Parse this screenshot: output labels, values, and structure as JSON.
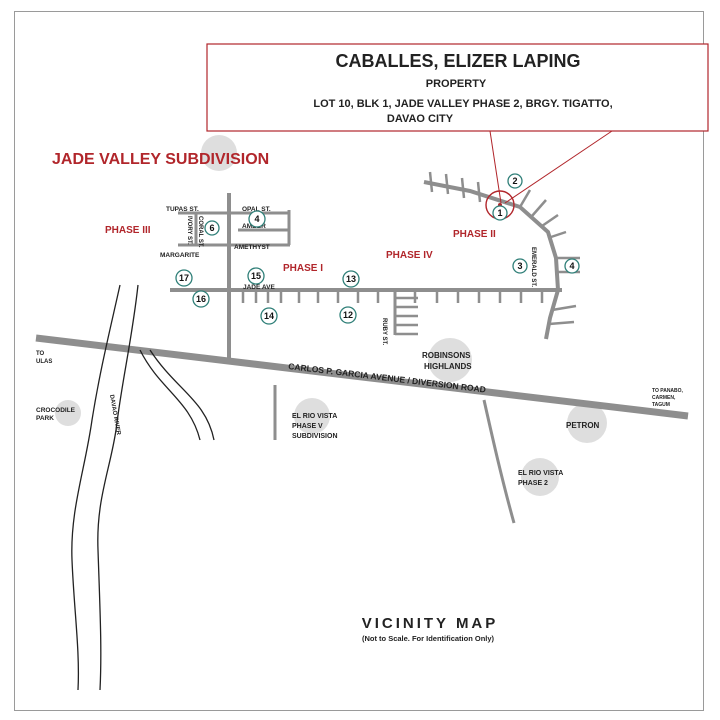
{
  "callout": {
    "owner": "CABALLES, ELIZER LAPING",
    "type": "PROPERTY",
    "address_line1": "LOT 10, BLK 1, JADE VALLEY PHASE 2, BRGY. TIGATTO,",
    "address_line2": "DAVAO CITY"
  },
  "subdivision_title": "JADE VALLEY SUBDIVISION",
  "phases": {
    "phase1": "PHASE I",
    "phase2": "PHASE II",
    "phase3": "PHASE III",
    "phase4": "PHASE IV"
  },
  "streets": {
    "tupas": "TUPAS ST.",
    "opal": "OPAL ST.",
    "amber": "AMBER",
    "amethyst": "AMETHYST",
    "margarite": "MARGARITE",
    "ivory": "IVORY ST.",
    "coral": "CORAL ST.",
    "jade_ave": "JADE AVE",
    "ruby": "RUBY ST.",
    "emerald": "EMERALD ST."
  },
  "markers": {
    "m1": "1",
    "m2": "2",
    "m3": "3",
    "m4a": "4",
    "m4b": "4",
    "m6": "6",
    "m12": "12",
    "m13": "13",
    "m14": "14",
    "m15": "15",
    "m16": "16",
    "m17": "17"
  },
  "landmarks": {
    "robinsons": [
      "ROBINSONS",
      "HIGHLANDS"
    ],
    "main_road": "CARLOS P. GARCIA AVENUE / DIVERSION ROAD",
    "to_ulas": [
      "TO",
      "ULAS"
    ],
    "crocodile": [
      "CROCODILE",
      "PARK"
    ],
    "davao_river": "DAVAO RIVER",
    "el_rio_5": [
      "EL RIO VISTA",
      "PHASE V",
      "SUBDIVISION"
    ],
    "petron": "PETRON",
    "el_rio_2": [
      "EL RIO VISTA",
      "PHASE 2"
    ],
    "toward": [
      "TO PANABO,",
      "CARMEN,",
      "TAGUM"
    ]
  },
  "footer": {
    "title": "VICINITY MAP",
    "note": "(Not to Scale. For Identification Only)"
  },
  "colors": {
    "accent_red": "#b1262b",
    "road_gray": "#8e8e8e",
    "marker_teal": "#2f7f78",
    "landmark_blob": "#dedede"
  }
}
